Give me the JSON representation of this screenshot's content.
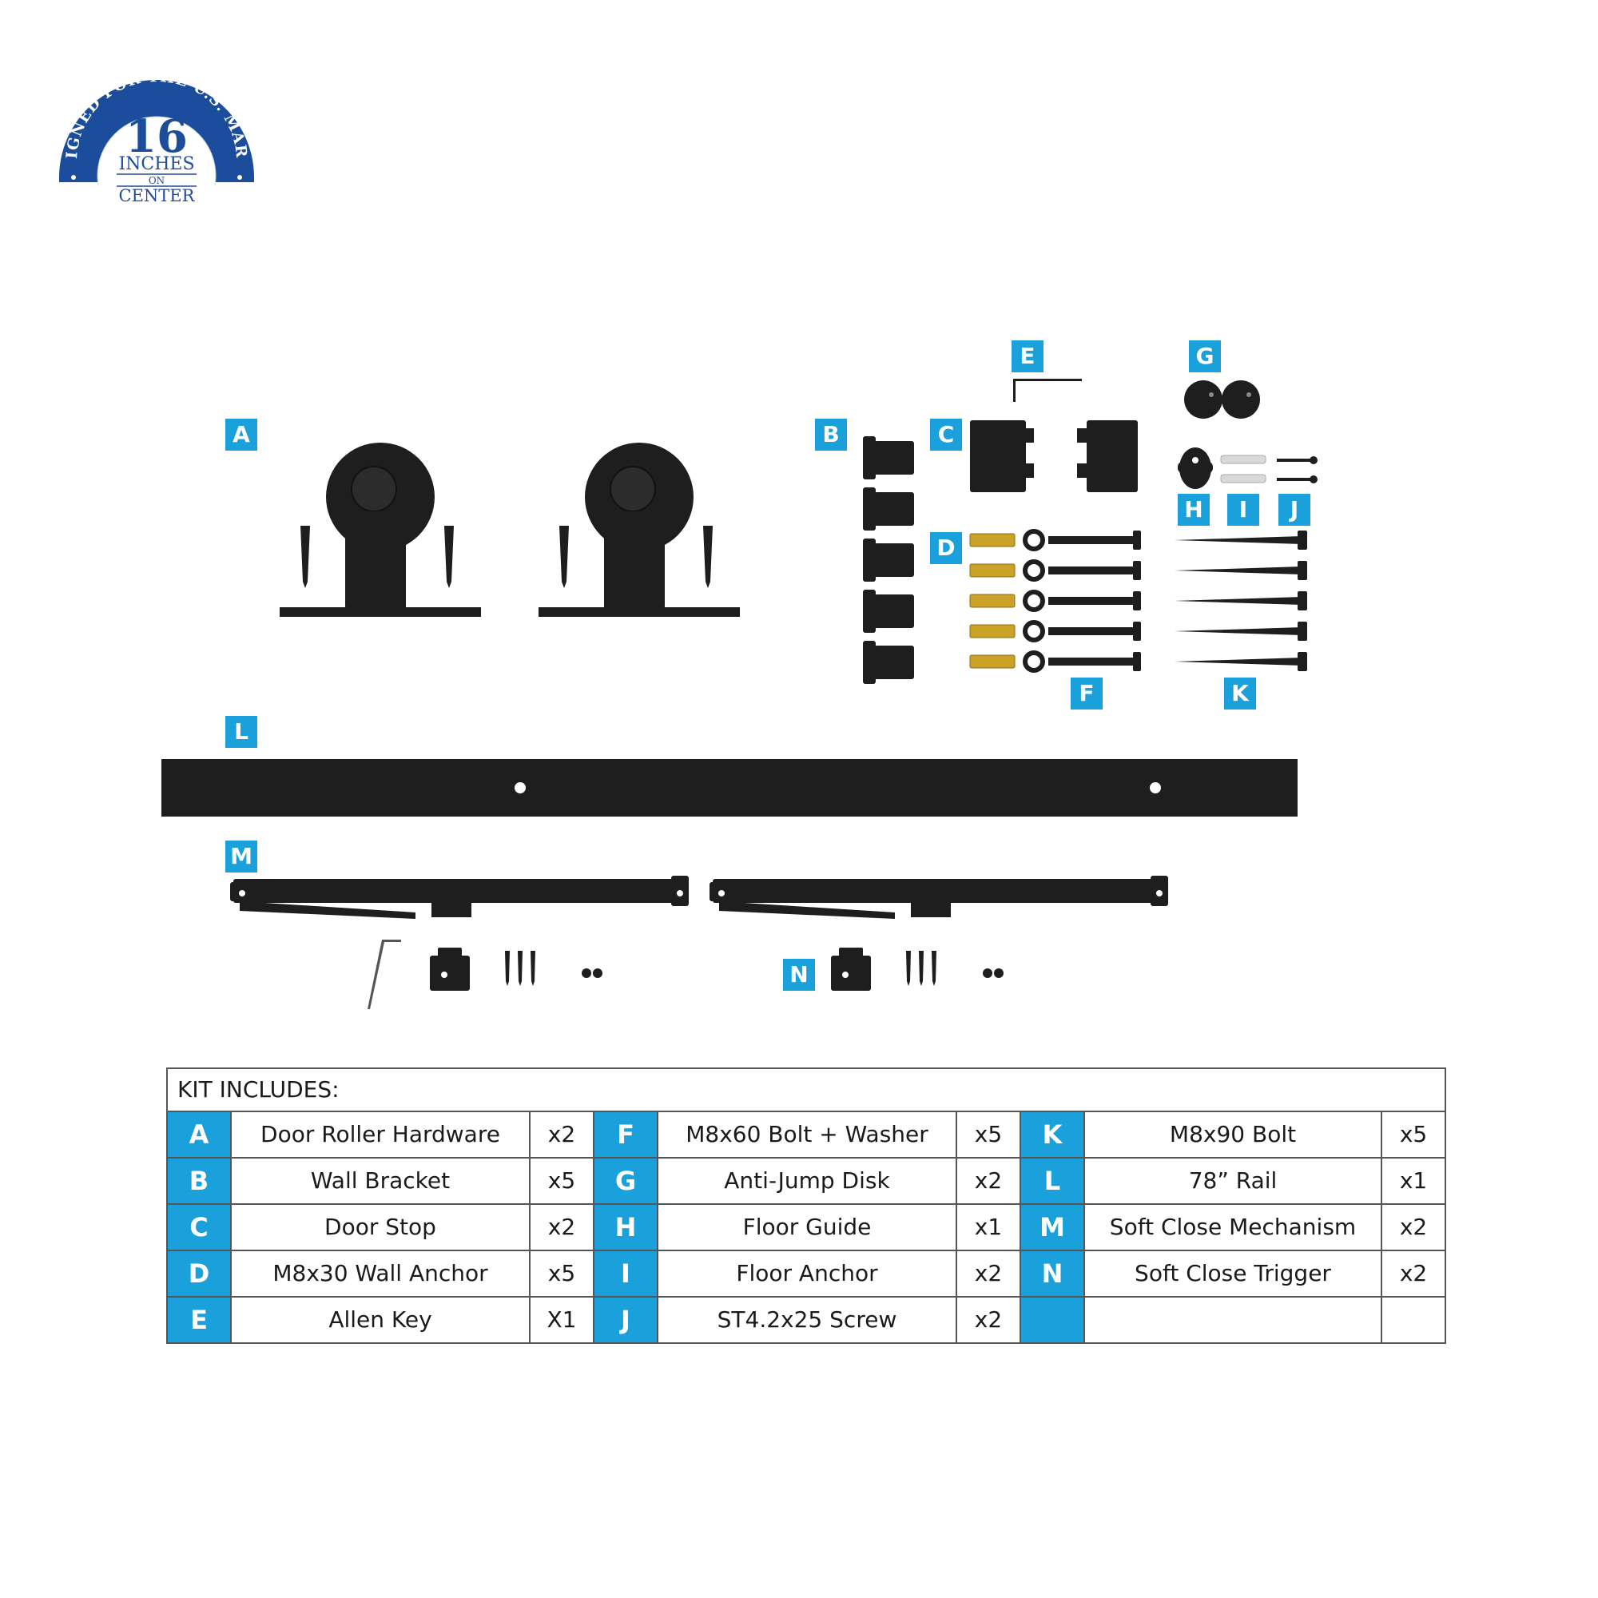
{
  "seal": {
    "arc_text": "DESIGNED FOR THE U.S. MARKET",
    "number": "16",
    "unit": "INCHES",
    "mid": "ON",
    "bottom": "CENTER",
    "colors": {
      "primary": "#1b4d9c",
      "white": "#ffffff"
    }
  },
  "labels": {
    "A": "A",
    "B": "B",
    "C": "C",
    "D": "D",
    "E": "E",
    "F": "F",
    "G": "G",
    "H": "H",
    "I": "I",
    "J": "J",
    "K": "K",
    "L": "L",
    "M": "M",
    "N": "N"
  },
  "colors": {
    "accent": "#1aa1dc",
    "hardware": "#1e1e1e",
    "brass": "#c9a227",
    "border": "#555555"
  },
  "table": {
    "heading": "KIT INCLUDES:",
    "rows": [
      [
        {
          "letter": "A",
          "name": "Door Roller Hardware",
          "qty": "x2"
        },
        {
          "letter": "F",
          "name": "M8x60 Bolt + Washer",
          "qty": "x5"
        },
        {
          "letter": "K",
          "name": "M8x90 Bolt",
          "qty": "x5"
        }
      ],
      [
        {
          "letter": "B",
          "name": "Wall Bracket",
          "qty": "x5"
        },
        {
          "letter": "G",
          "name": "Anti-Jump Disk",
          "qty": "x2"
        },
        {
          "letter": "L",
          "name": "78” Rail",
          "qty": "x1"
        }
      ],
      [
        {
          "letter": "C",
          "name": "Door Stop",
          "qty": "x2"
        },
        {
          "letter": "H",
          "name": "Floor Guide",
          "qty": "x1"
        },
        {
          "letter": "M",
          "name": "Soft Close Mechanism",
          "qty": "x2"
        }
      ],
      [
        {
          "letter": "D",
          "name": "M8x30 Wall Anchor",
          "qty": "x5"
        },
        {
          "letter": "I",
          "name": "Floor Anchor",
          "qty": "x2"
        },
        {
          "letter": "N",
          "name": "Soft Close Trigger",
          "qty": "x2"
        }
      ],
      [
        {
          "letter": "E",
          "name": "Allen Key",
          "qty": "X1"
        },
        {
          "letter": "J",
          "name": "ST4.2x25 Screw",
          "qty": "x2"
        },
        {
          "letter": "",
          "name": "",
          "qty": ""
        }
      ]
    ]
  }
}
